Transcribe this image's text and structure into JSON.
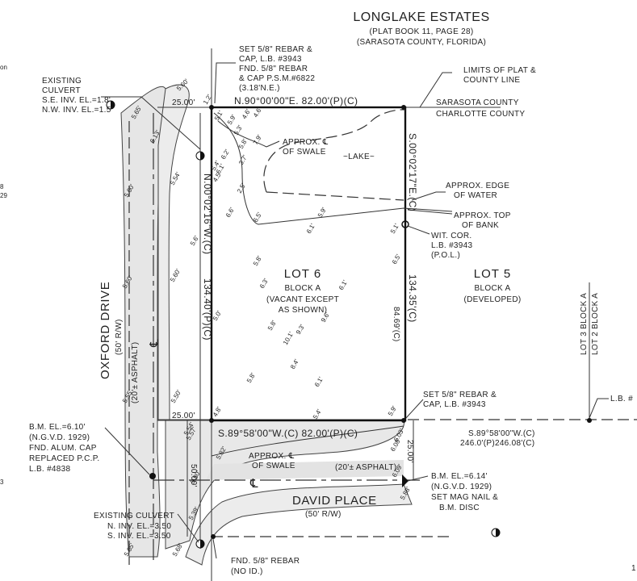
{
  "header": {
    "title": "LONGLAKE ESTATES",
    "plat_ref": "(PLAT BOOK 11, PAGE 28)",
    "county_state": "(SARASOTA COUNTY, FLORIDA)"
  },
  "callouts": {
    "set_rebar_1": "SET 5/8\" REBAR &",
    "set_rebar_2": "CAP, L.B. #3943",
    "fnd_rebar_1": "FND. 5/8\" REBAR",
    "fnd_rebar_2": "& CAP P.S.M.#6822",
    "fnd_rebar_3": "(3.18'N.E.)",
    "limits_1": "LIMITS OF PLAT &",
    "limits_2": "COUNTY LINE",
    "county_n": "SARASOTA COUNTY",
    "county_s": "CHARLOTTE COUNTY",
    "culvert_top_1": "EXISTING",
    "culvert_top_2": "CULVERT",
    "culvert_top_3": "S.E. INV. EL.=1.8'",
    "culvert_top_4": "N.W. INV. EL.=1.5'",
    "swale_top_1": "APPROX. ℄",
    "swale_top_2": "OF SWALE",
    "lake": "~LAKE~",
    "edge_water_1": "APPROX. EDGE",
    "edge_water_2": "OF WATER",
    "top_bank_1": "APPROX. TOP",
    "top_bank_2": "OF BANK",
    "wit_1": "WIT. COR.",
    "wit_2": "L.B. #3943",
    "wit_3": "(P.O.L.)",
    "set_rebar_se_1": "SET 5/8\" REBAR &",
    "set_rebar_se_2": "CAP, L.B. #3943",
    "bm_w_1": "B.M. EL.=6.10'",
    "bm_w_2": "(N.G.V.D. 1929)",
    "bm_w_3": "FND. ALUM. CAP",
    "bm_w_4": "REPLACED P.C.P.",
    "bm_w_5": "L.B. #4838",
    "swale_bot_1": "APPROX. ℄",
    "swale_bot_2": "OF SWALE",
    "asphalt_h": "(20'± ASPHALT)",
    "asphalt_v": "(20'± ASPHALT)",
    "bm_e_1": "B.M. EL.=6.14'",
    "bm_e_2": "(N.G.V.D. 1929)",
    "bm_e_3": "SET MAG NAIL &",
    "bm_e_4": "B.M. DISC",
    "culvert_bot_1": "EXISTING CULVERT",
    "culvert_bot_2": "N. INV. EL.=3.50",
    "culvert_bot_3": "S. INV. EL.=3.50",
    "fnd_bot_1": "FND. 5/8\" REBAR",
    "fnd_bot_2": "(NO ID.)",
    "lb_right": "L.B. #"
  },
  "bearings": {
    "north": "N.90°00'00\"E.   82.00'(P)(C)",
    "east": "S.00°02'17\"E.(C)",
    "east_len": "134.35'(C)",
    "east_inner": "84.69'(C)",
    "west": "N.00°02'16\"W.(C)",
    "west_len": "134.40'(P)(C)",
    "south": "S.89°58'00\"W.(C)   82.00'(P)(C)",
    "south_ext_1": "S.89°58'00\"W.(C)",
    "south_ext_2": "246.0'(P)246.08'(C)",
    "dim_25_top": "25.00'",
    "dim_25_bot": "25.00'",
    "dim_25_v": "25.00'",
    "dim_50": "50.00'"
  },
  "lots": {
    "lot6": "LOT 6",
    "lot6_block": "BLOCK A",
    "lot6_note_1": "(VACANT EXCEPT",
    "lot6_note_2": "AS SHOWN)",
    "lot5": "LOT 5",
    "lot5_block": "BLOCK A",
    "lot5_note": "(DEVELOPED)",
    "lot3": "LOT 3 BLOCK A",
    "lot2": "LOT 2 BLOCK A"
  },
  "roads": {
    "oxford": "OXFORD DRIVE",
    "oxford_rw": "(50' R/W)",
    "david": "DAVID PLACE",
    "david_rw": "(50' R/W)",
    "cl": "℄"
  },
  "edge_fragments": {
    "left_1": "on",
    "left_2": "8",
    "left_3": "29",
    "left_4": "3",
    "right_1": "1"
  },
  "elevations": [
    "5.60'",
    "1.2'",
    "5.1'",
    "5.9'",
    "4.6'",
    "4.6'",
    "5.3'",
    "5.8'",
    "6.2'",
    "6.1'",
    "7.9'",
    "3.7'",
    "5.4'",
    "4.5'",
    "2.5'",
    "6.6'",
    "6.5'",
    "5.9'",
    "6.1'",
    "5.1'",
    "6.5'",
    "5.8'",
    "6.3'",
    "6.1'",
    "5.6'",
    "5.0'",
    "5.8'",
    "9.3'",
    "10.1'",
    "9.6'",
    "8.4'",
    "5.8'",
    "6.1'",
    "5.4'",
    "4.8'",
    "5.9'",
    "5.65'",
    "5.54'",
    "5.60'",
    "5.60'",
    "5.55'",
    "5.50'",
    "5.60'",
    "5.54'",
    "6.13'",
    "5.80'",
    "5.57'",
    "5.82'",
    "5.39'",
    "5.65'",
    "5.68'",
    "6.03'",
    "6.08'",
    "6.09'",
    "5.88'"
  ]
}
